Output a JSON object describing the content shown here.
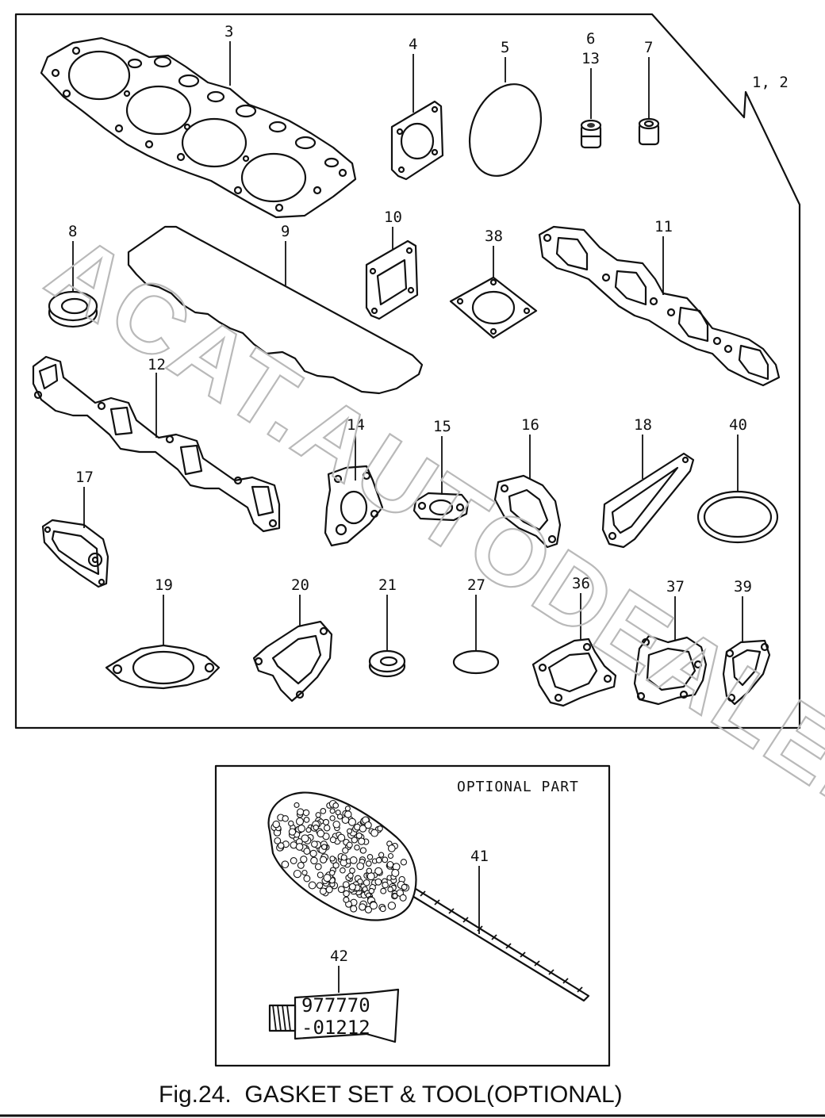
{
  "watermark": "ACAT.AUTODEALER.RU",
  "labels": {
    "l1_2": "1, 2",
    "l3": "3",
    "l4": "4",
    "l5": "5",
    "l6": "6",
    "l13": "13",
    "l7": "7",
    "l8": "8",
    "l9": "9",
    "l10": "10",
    "l38": "38",
    "l11": "11",
    "l12": "12",
    "l14": "14",
    "l15": "15",
    "l16": "16",
    "l17": "17",
    "l18": "18",
    "l40": "40",
    "l19": "19",
    "l20": "20",
    "l21": "21",
    "l27": "27",
    "l36": "36",
    "l37": "37",
    "l39": "39",
    "l41": "41",
    "l42": "42"
  },
  "optional_box": {
    "title": "OPTIONAL PART"
  },
  "tube": {
    "line1": "977770",
    "line2": "-01212"
  },
  "caption": "Fig.24.  GASKET SET & TOOL(OPTIONAL)"
}
